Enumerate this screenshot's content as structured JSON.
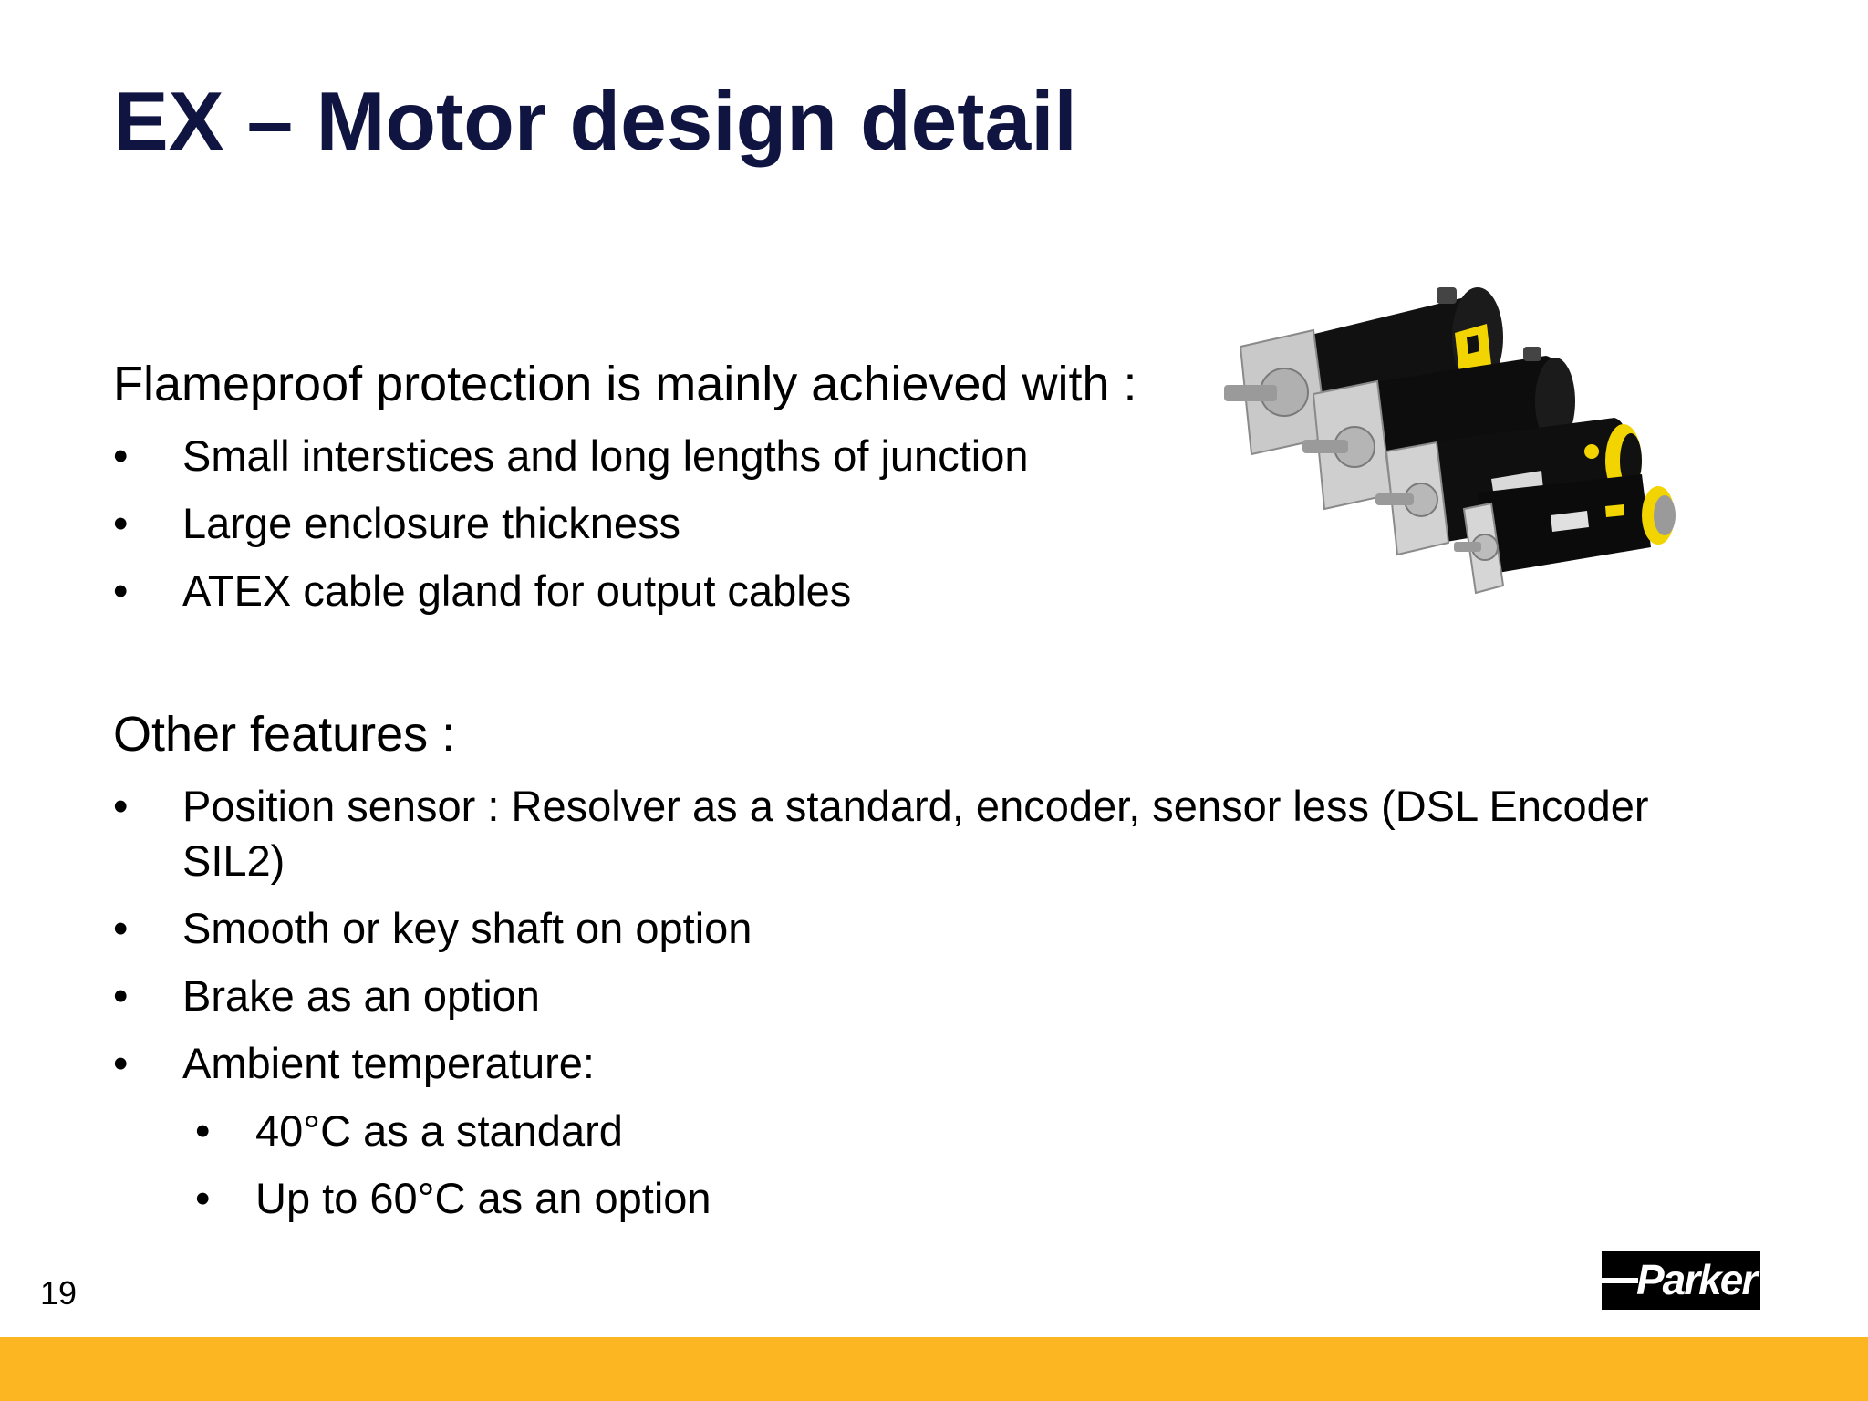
{
  "slide": {
    "title": "EX – Motor design detail",
    "page_number": "19"
  },
  "section1": {
    "heading": "Flameproof protection is mainly achieved with :",
    "bullet_char": "•",
    "items": [
      "Small interstices and long lengths of junction",
      "Large enclosure thickness",
      "ATEX cable gland for output cables"
    ]
  },
  "section2": {
    "heading": "Other features :",
    "bullet_char": "•",
    "items": [
      "Position sensor : Resolver as a standard, encoder, sensor less (DSL Encoder SIL2)",
      "Smooth or key shaft on option",
      "Brake as an option",
      "Ambient temperature:"
    ],
    "sub_items": [
      "40°C as a standard",
      "Up to 60°C as an option"
    ]
  },
  "logo": {
    "text": "Parker",
    "bg_color": "#000000"
  },
  "colors": {
    "title": "#0f1440",
    "footer_bar": "#fbb621",
    "motor_body": "#111111",
    "motor_flange": "#c9c9c9",
    "warning_label": "#f2d500"
  },
  "image": {
    "name": "ex-servo-motors-photo"
  }
}
